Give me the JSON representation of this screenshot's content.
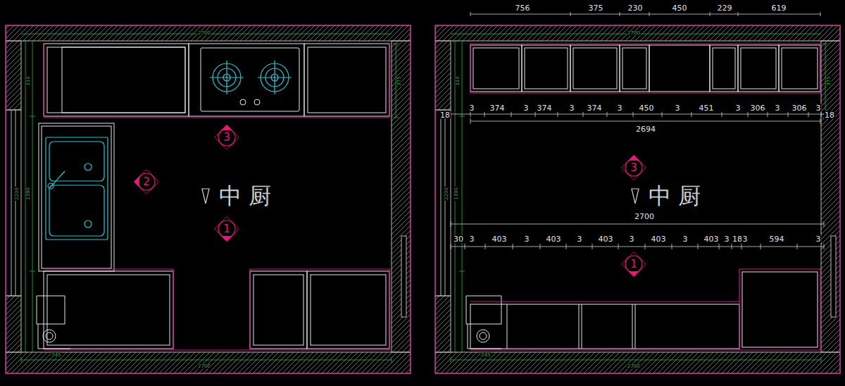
{
  "diagram": {
    "nodes": [
      {
        "text": [
          "3"
        ]
      },
      {
        "text": [
          "2"
        ]
      },
      {
        "text": [
          "1"
        ]
      },
      {
        "text": [
          "3"
        ]
      },
      {
        "text": [
          "1"
        ]
      }
    ],
    "labels": [
      "2700",
      "2200",
      "1390",
      "310",
      "375",
      "245",
      "2700",
      "中 厨",
      "756",
      "375",
      "230",
      "450",
      "229",
      "619",
      "3",
      "374",
      "3",
      "374",
      "3",
      "374",
      "3",
      "450",
      "3",
      "451",
      "3",
      "306",
      "3",
      "306",
      "3",
      "18",
      "18",
      "2694",
      "中 厨",
      "2700",
      "30",
      "3",
      "403",
      "3",
      "403",
      "3",
      "403",
      "3",
      "403",
      "3",
      "403",
      "3",
      "18",
      "3",
      "594",
      "3",
      "2700",
      "2200",
      "1390",
      "310",
      "375",
      "245",
      "2700"
    ]
  }
}
